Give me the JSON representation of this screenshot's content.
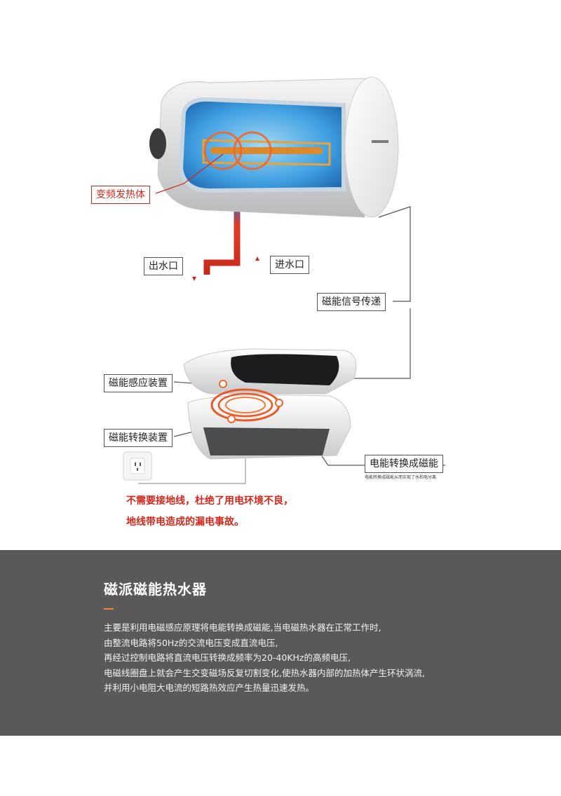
{
  "diagram": {
    "labels": {
      "heater_element": "变频发热体",
      "water_out": "出水口",
      "water_in": "进水口",
      "signal": "磁能信号传递",
      "induction": "磁能感应装置",
      "conversion": "磁能转换装置",
      "electric_to_magnetic": "电能转换成磁能",
      "electric_to_magnetic_note": "电能转换成磁能从而实现了水和电分离"
    },
    "warning": {
      "line1": "不需要接地线，杜绝了用电环境不良，",
      "line2": "地线带电造成的漏电事故。"
    }
  },
  "panel": {
    "title": "磁派磁能热水器",
    "lines": [
      "主要是利用电磁感应原理将电能转换成磁能,当电磁热水器在正常工作时,",
      "由整流电路将50Hz的交流电压变成直流电压,",
      "再经过控制电路将直流电压转换成频率为20-40KHz的高频电压,",
      "电磁线圈盘上就会产生交变磁场反复切割变化,使热水器内部的加热体产生环状涡流,",
      "并利用小电阻大电流的短路热效应产生热量迅速发热。"
    ]
  },
  "colors": {
    "accent": "#f08a24",
    "panel_bg": "#5a5858",
    "warning": "#d0281c"
  }
}
